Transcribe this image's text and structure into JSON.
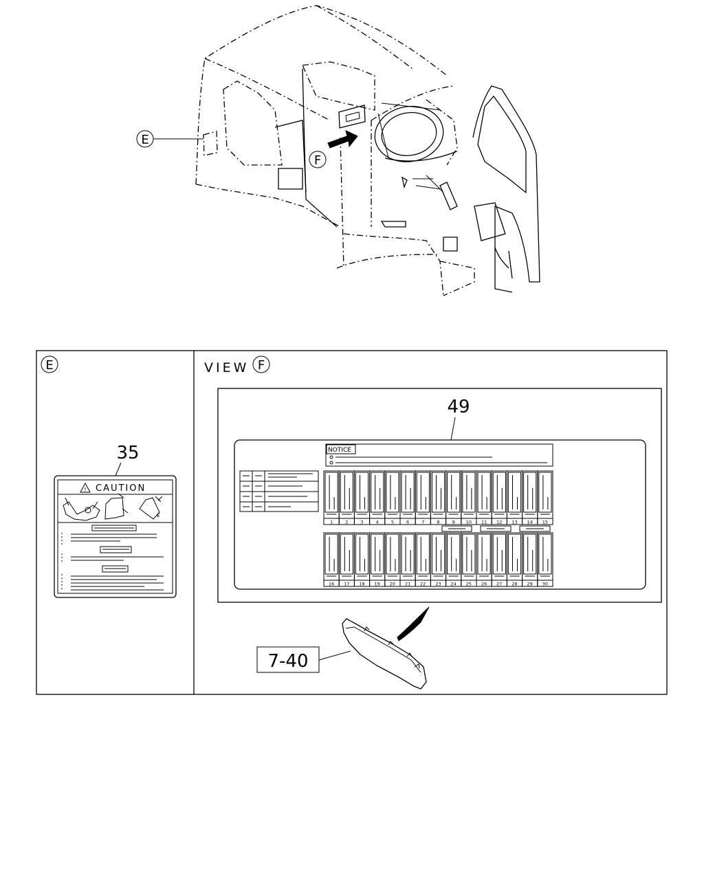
{
  "callouts": {
    "view_e": "E",
    "view_f": "F"
  },
  "panel_e": {
    "title_letter": "E",
    "part_number": "35",
    "label_heading": "CAUTION",
    "pictogram_letter": "E"
  },
  "panel_f": {
    "view_word": "VIEW",
    "title_letter": "F",
    "part_number": "49",
    "ref_part": "7-40",
    "notice_heading": "NOTICE",
    "fuse_numbers_top": [
      "1",
      "2",
      "3",
      "4",
      "5",
      "6",
      "7",
      "8",
      "9",
      "10",
      "11",
      "12",
      "13",
      "14",
      "15"
    ],
    "fuse_numbers_bottom": [
      "16",
      "17",
      "18",
      "19",
      "20",
      "21",
      "22",
      "23",
      "24",
      "25",
      "26",
      "27",
      "28",
      "29",
      "30"
    ]
  }
}
